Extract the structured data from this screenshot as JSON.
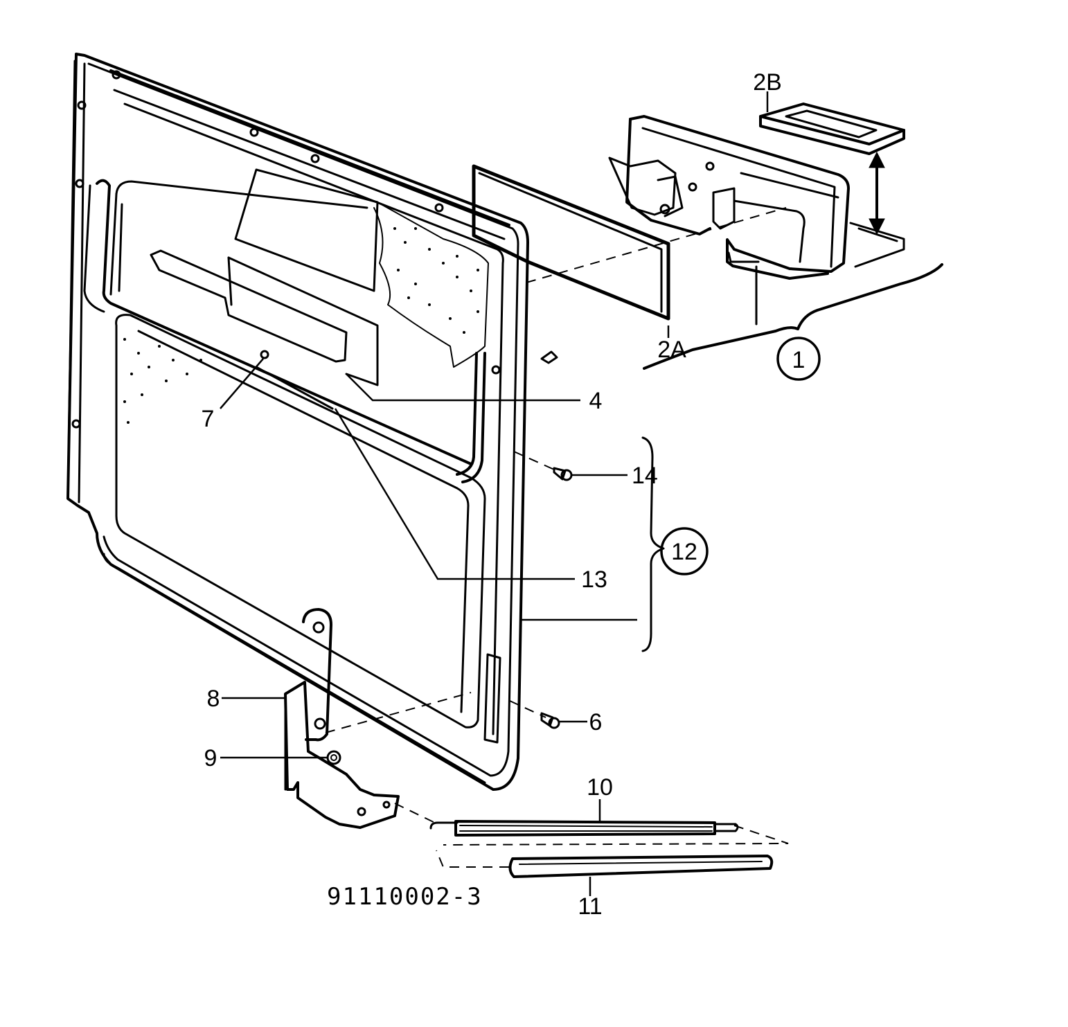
{
  "diagram": {
    "callouts": {
      "c1": "1",
      "c2A": "2A",
      "c2B": "2B",
      "c4": "4",
      "c6": "6",
      "c7": "7",
      "c8": "8",
      "c9": "9",
      "c10": "10",
      "c11": "11",
      "c12": "12",
      "c13": "13",
      "c14": "14"
    },
    "part_number": "91110002-3"
  }
}
